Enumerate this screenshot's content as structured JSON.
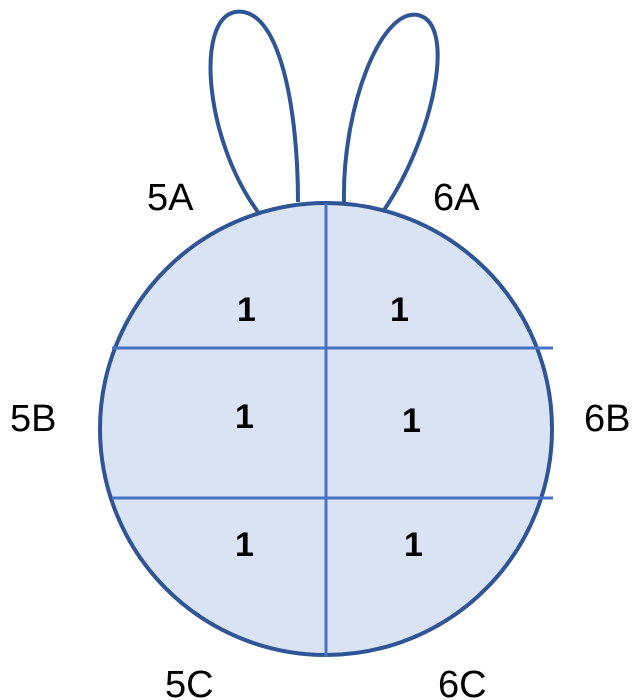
{
  "colors": {
    "fill": "#dae3f3",
    "outline": "#2f5597",
    "divider": "#4472c4"
  },
  "labels": {
    "top_left": "5A",
    "top_right": "6A",
    "middle_left": "5B",
    "middle_right": "6B",
    "bottom_left": "5C",
    "bottom_right": "6C"
  },
  "cells": {
    "top_left": "1",
    "top_right": "1",
    "middle_left": "1",
    "middle_right": "1",
    "bottom_left": "1",
    "bottom_right": "1"
  }
}
